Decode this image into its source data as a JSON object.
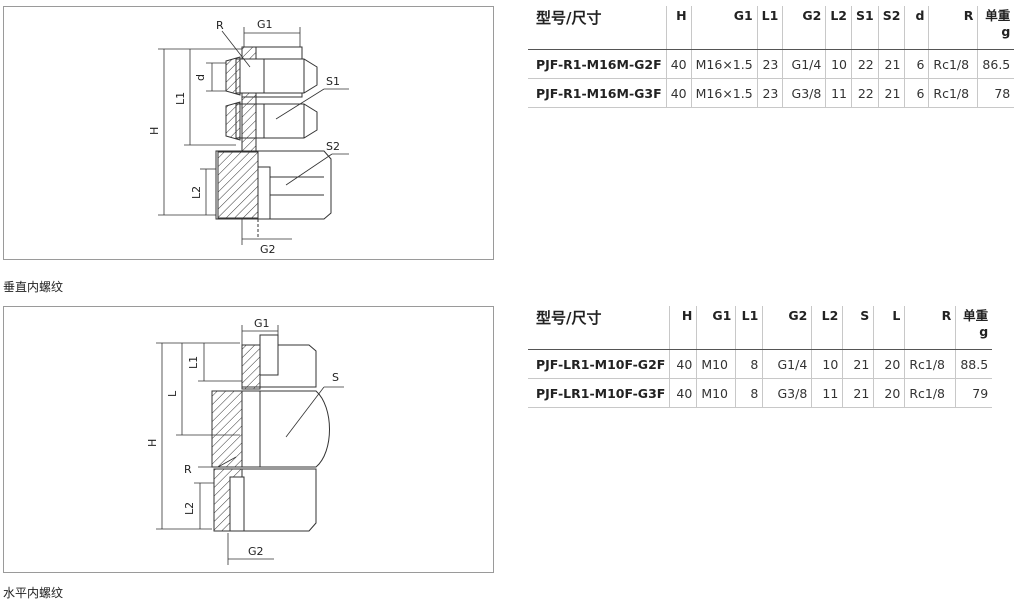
{
  "vertical": {
    "caption": "垂直内螺纹",
    "drawing_labels": {
      "G1": "G1",
      "R": "R",
      "S1": "S1",
      "S2": "S2",
      "d": "d",
      "L1": "L1",
      "H": "H",
      "L2": "L2",
      "G2": "G2"
    },
    "headers": [
      "型号/尺寸",
      "H",
      "G1",
      "L1",
      "G2",
      "L2",
      "S1",
      "S2",
      "d",
      "R",
      "单重 g"
    ],
    "rows": [
      [
        "PJF-R1-M16M-G2F",
        "40",
        "M16×1.5",
        "23",
        "G1/4",
        "10",
        "22",
        "21",
        "6",
        "Rc1/8",
        "86.5"
      ],
      [
        "PJF-R1-M16M-G3F",
        "40",
        "M16×1.5",
        "23",
        "G3/8",
        "11",
        "22",
        "21",
        "6",
        "Rc1/8",
        "78"
      ]
    ]
  },
  "horizontal": {
    "caption": "水平内螺纹",
    "drawing_labels": {
      "G1": "G1",
      "L1": "L1",
      "L": "L",
      "S": "S",
      "H": "H",
      "R": "R",
      "L2": "L2",
      "G2": "G2"
    },
    "headers": [
      "型号/尺寸",
      "H",
      "G1",
      "L1",
      "G2",
      "L2",
      "S",
      "L",
      "R",
      "单重 g"
    ],
    "rows": [
      [
        "PJF-LR1-M10F-G2F",
        "40",
        "M10",
        "8",
        "G1/4",
        "10",
        "21",
        "20",
        "Rc1/8",
        "88.5"
      ],
      [
        "PJF-LR1-M10F-G3F",
        "40",
        "M10",
        "8",
        "G3/8",
        "11",
        "21",
        "20",
        "Rc1/8",
        "79"
      ]
    ]
  }
}
